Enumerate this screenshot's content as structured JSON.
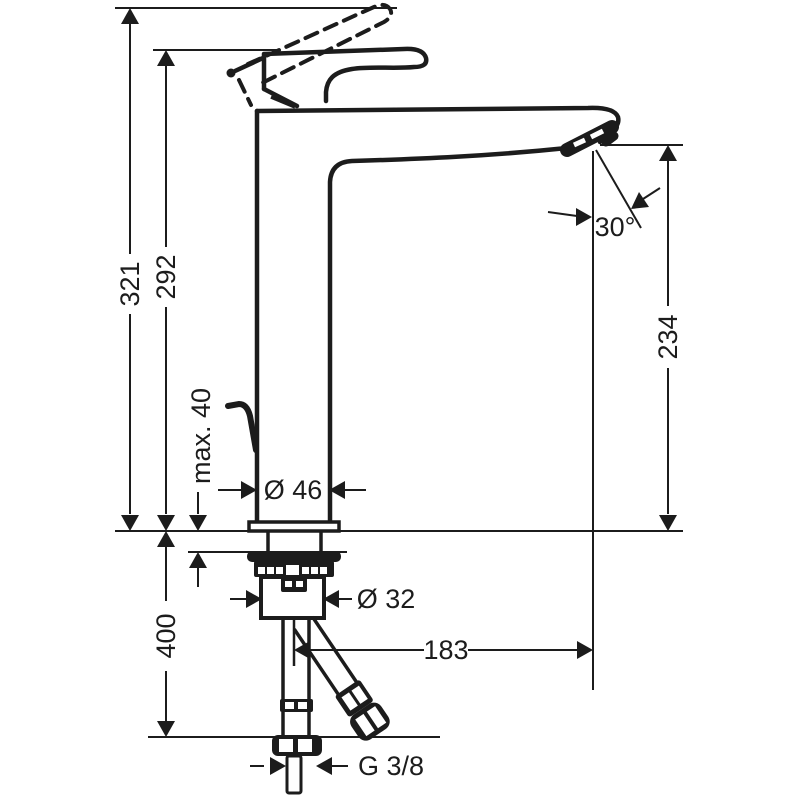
{
  "drawing": {
    "type": "faucet-installation-dimension-drawing",
    "colors": {
      "line": "#1c1c1c",
      "background": "#ffffff"
    },
    "dims": {
      "total_height": "321",
      "rest_height": "292",
      "counter_thickness": "max. 40",
      "below_counter_length": "400",
      "body_diameter": "Ø 46",
      "shank_diameter": "Ø 32",
      "spout_reach": "183",
      "connection_thread": "G 3/8",
      "spout_height": "234",
      "spout_angle": "30°"
    }
  }
}
